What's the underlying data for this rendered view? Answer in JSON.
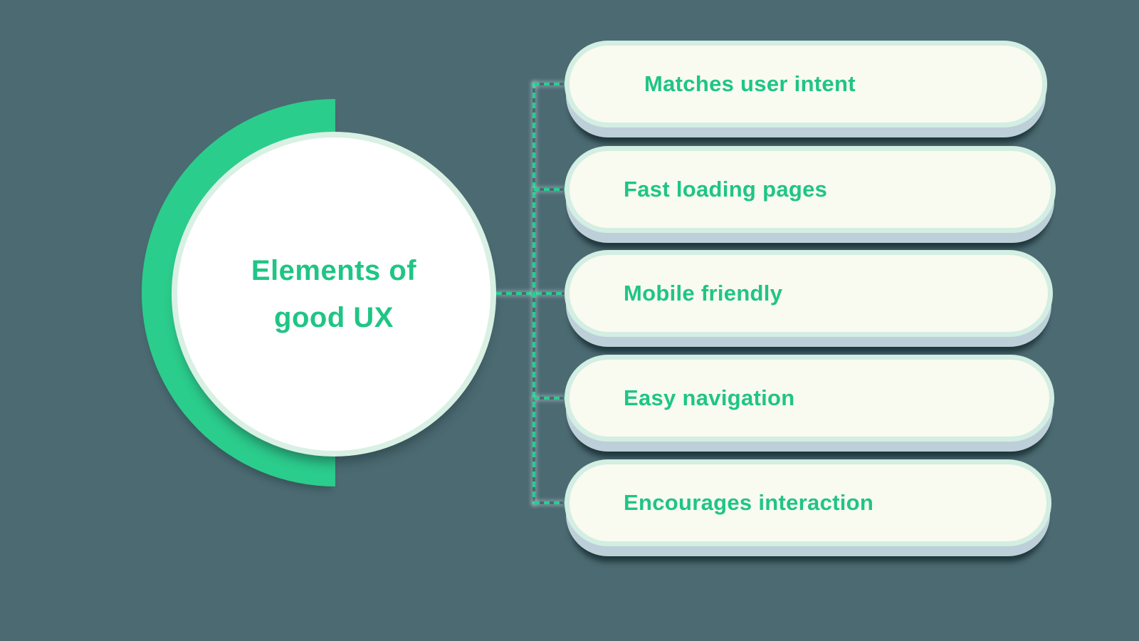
{
  "diagram": {
    "title": {
      "line1": "Elements of",
      "line2": "good UX"
    },
    "items": [
      {
        "label": "Matches user intent"
      },
      {
        "label": "Fast loading pages"
      },
      {
        "label": "Mobile friendly"
      },
      {
        "label": "Easy navigation"
      },
      {
        "label": "Encourages interaction"
      }
    ],
    "colors": {
      "background": "#4C6A72",
      "accent_green": "#1FC584",
      "crescent_green": "#2BCD8C",
      "dash_green": "#25CF92",
      "pill_fill": "#F9FAF0",
      "pill_border": "#D3EEE2",
      "circle_border": "#D9F0E4",
      "circle_fill": "#FFFFFF"
    }
  }
}
